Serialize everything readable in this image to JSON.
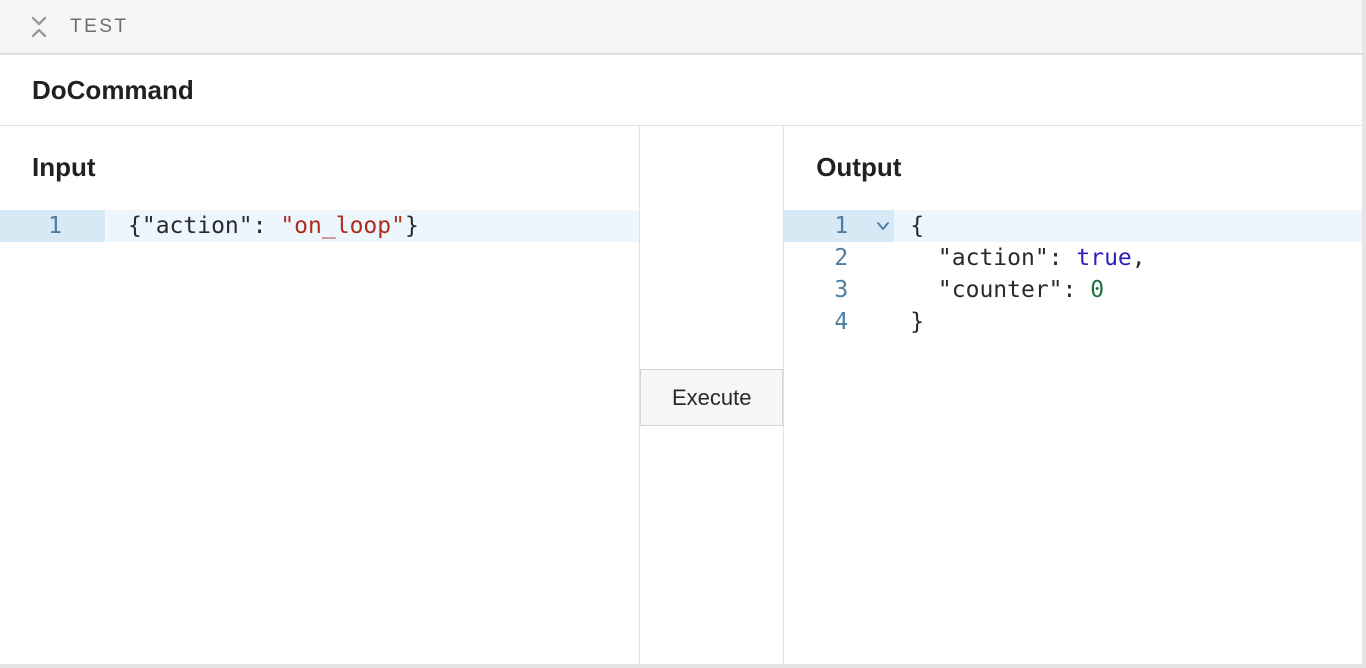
{
  "topbar": {
    "title": "TEST"
  },
  "header": {
    "title": "DoCommand"
  },
  "input_panel": {
    "title": "Input",
    "editor": {
      "fold_column": false,
      "lines": [
        {
          "number": "1",
          "active": true,
          "tokens": [
            [
              "plain",
              "{\"action\": "
            ],
            [
              "string",
              "\"on_loop\""
            ],
            [
              "plain",
              "}"
            ]
          ]
        }
      ]
    }
  },
  "middle": {
    "execute_label": "Execute"
  },
  "output_panel": {
    "title": "Output",
    "editor": {
      "fold_column": true,
      "lines": [
        {
          "number": "1",
          "active": true,
          "fold": true,
          "tokens": [
            [
              "plain",
              "{"
            ]
          ]
        },
        {
          "number": "2",
          "tokens": [
            [
              "plain",
              "  \"action\": "
            ],
            [
              "bool",
              "true"
            ],
            [
              "plain",
              ","
            ]
          ]
        },
        {
          "number": "3",
          "tokens": [
            [
              "plain",
              "  \"counter\": "
            ],
            [
              "num",
              "0"
            ]
          ]
        },
        {
          "number": "4",
          "tokens": [
            [
              "plain",
              "}"
            ]
          ]
        }
      ]
    }
  },
  "colors": {
    "topbar_bg": "#f6f6f7",
    "topbar_text": "#6e6d74",
    "icon_gray": "#9b9aa1",
    "border": "#e2e2e5",
    "border_strong": "#e0e0e3",
    "title_text": "#212125",
    "active_line_bg": "#eef6fd",
    "active_gutter_bg": "#d8e9f6",
    "line_number": "#4d7da0",
    "code_plain": "#292a2e",
    "code_string": "#ae2d1d",
    "code_bool": "#2e1fb8",
    "code_number": "#20713f",
    "fold_chevron": "#4e81a8",
    "button_bg": "#f6f6f7",
    "button_border": "#d4d4d7",
    "button_text": "#29292d",
    "scrollbar": "#e5e5e8"
  }
}
